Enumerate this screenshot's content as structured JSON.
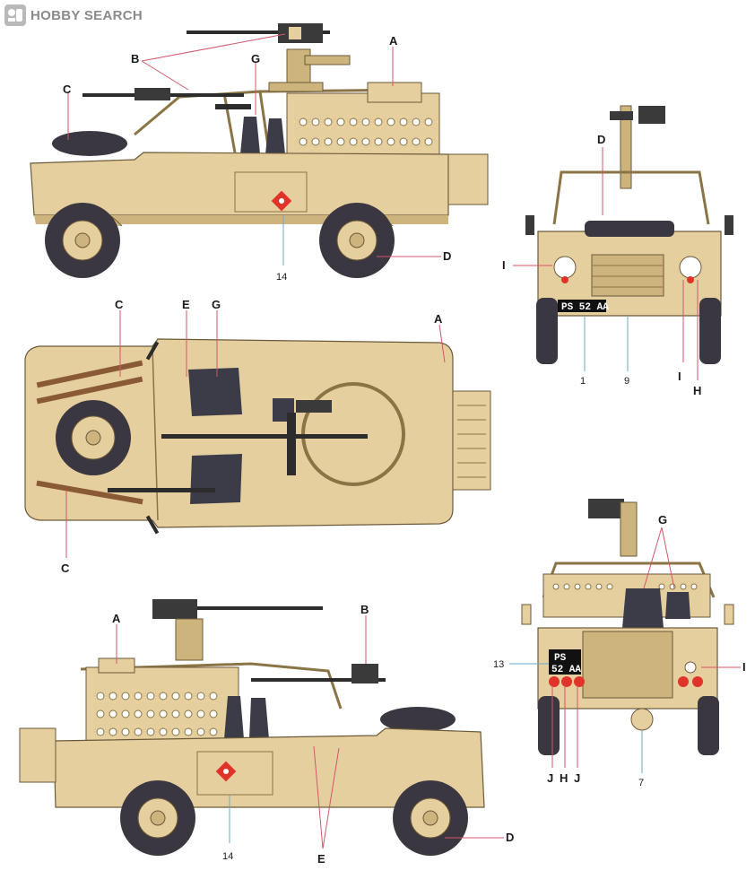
{
  "watermark": {
    "text": "HOBBY SEARCH",
    "icon": "hobby-search-logo-icon"
  },
  "colors": {
    "body": "#e6cf9e",
    "body_shade": "#cdb37c",
    "outline": "#6b5a3a",
    "seat": "#3c3c48",
    "tire": "#3a3740",
    "gun": "#2c2c2c",
    "leader_red": "#d3566a",
    "leader_blue": "#6aa7cf",
    "hazard": "#e0342a",
    "plate": "#111111"
  },
  "plates": {
    "front": "PS 52 AA",
    "rear_top": "PS",
    "rear_bottom": "52 AA"
  },
  "callouts": {
    "side_left": {
      "A": "A",
      "B": "B",
      "C": "C",
      "D": "D",
      "G": "G",
      "n14": "14"
    },
    "top_view": {
      "A": "A",
      "C1": "C",
      "C2": "C",
      "E": "E",
      "G": "G"
    },
    "front_view": {
      "D": "D",
      "H": "H",
      "I1": "I",
      "I2": "I",
      "n1": "1",
      "n9": "9"
    },
    "side_right": {
      "A": "A",
      "B": "B",
      "D": "D",
      "E": "E",
      "n14": "14"
    },
    "rear_view": {
      "G": "G",
      "H": "H",
      "I": "I",
      "J1": "J",
      "J2": "J",
      "n13": "13",
      "n7": "7"
    }
  }
}
